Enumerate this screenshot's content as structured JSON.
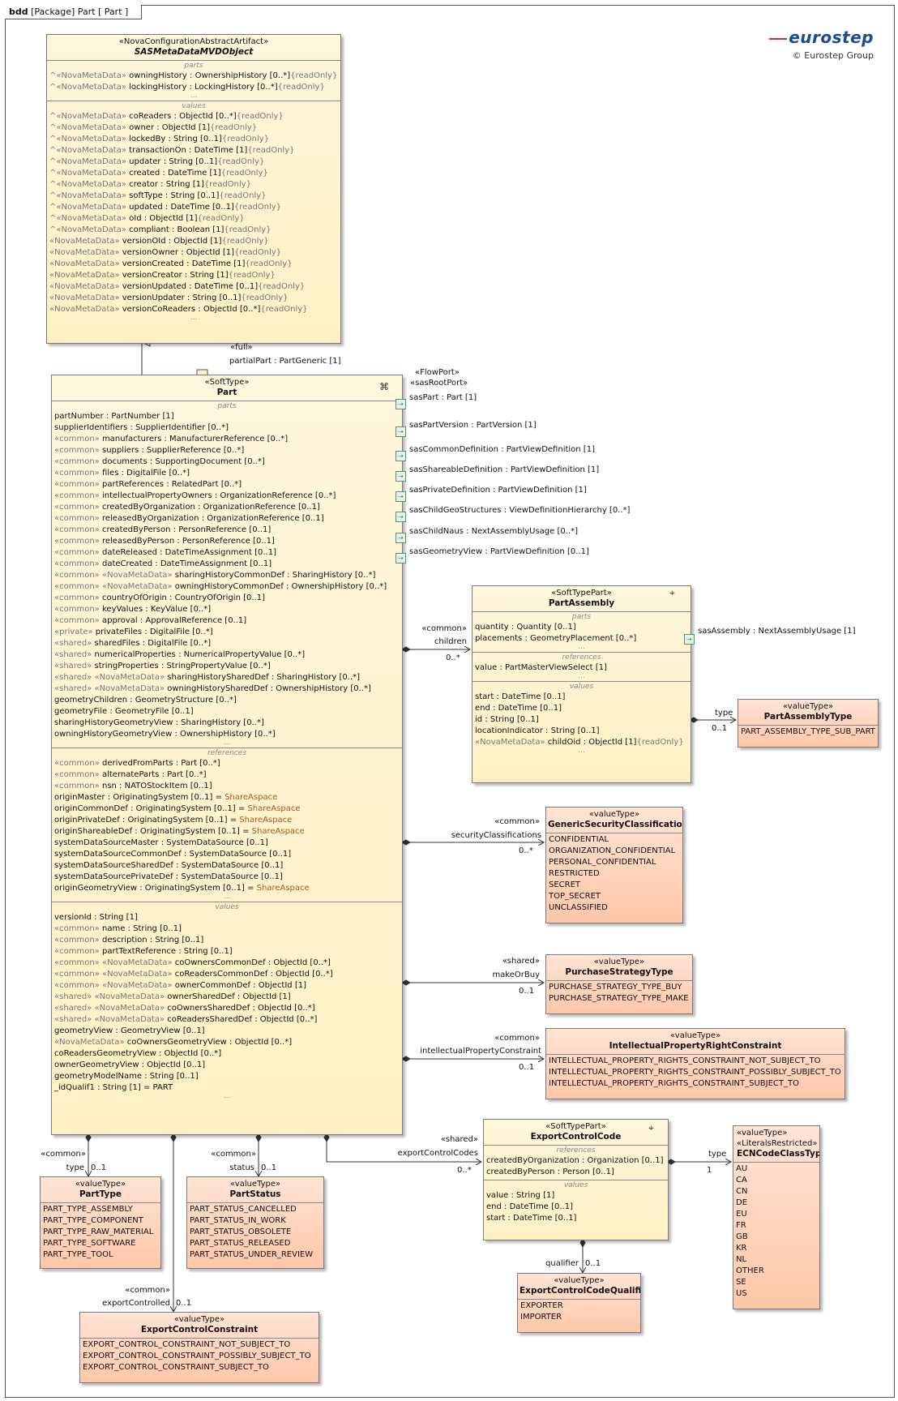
{
  "frame": {
    "kind": "bdd",
    "title": "[Package] Part [ Part ]"
  },
  "logo": {
    "brand": "eurostep",
    "copyright": "© Eurostep Group"
  },
  "icons": {
    "port": "flow-port-icon",
    "composite": "composite-structure-icon",
    "part": "part-symbol-icon"
  },
  "colors": {
    "block_fill": "#fff3cf",
    "value_fill": "#ffd3bb",
    "accent": "#b0541d"
  },
  "sasmeta": {
    "stereotype": "«NovaConfigurationAbstractArtifact»",
    "name": "SASMetaDataMVDObject",
    "parts_title": "parts",
    "parts": [
      [
        "^«NovaMetaData» ",
        "owningHistory",
        " : OwnershipHistory [0..*]",
        "{readOnly}"
      ],
      [
        "^«NovaMetaData» ",
        "lockingHistory",
        " : LockingHistory [0..*]",
        "{readOnly}"
      ]
    ],
    "values_title": "values",
    "values": [
      [
        "^«NovaMetaData» ",
        "coReaders",
        " : ObjectId [0..*]",
        "{readOnly}"
      ],
      [
        "^«NovaMetaData» ",
        "owner",
        " : ObjectId [1]",
        "{readOnly}"
      ],
      [
        "^«NovaMetaData» ",
        "lockedBy",
        " : String [0..1]",
        "{readOnly}"
      ],
      [
        "^«NovaMetaData» ",
        "transactionOn",
        " : DateTime [1]",
        "{readOnly}"
      ],
      [
        "^«NovaMetaData» ",
        "updater",
        " : String [0..1]",
        "{readOnly}"
      ],
      [
        "^«NovaMetaData» ",
        "created",
        " : DateTime [1]",
        "{readOnly}"
      ],
      [
        "^«NovaMetaData» ",
        "creator",
        " : String [1]",
        "{readOnly}"
      ],
      [
        "^«NovaMetaData» ",
        "softType",
        " : String [0..1]",
        "{readOnly}"
      ],
      [
        "^«NovaMetaData» ",
        "updated",
        " : DateTime [0..1]",
        "{readOnly}"
      ],
      [
        "^«NovaMetaData» ",
        "oId",
        " : ObjectId [1]",
        "{readOnly}"
      ],
      [
        "^«NovaMetaData» ",
        "compliant",
        " : Boolean [1]",
        "{readOnly}"
      ],
      [
        "«NovaMetaData» ",
        "versionOId",
        " : ObjectId [1]",
        "{readOnly}"
      ],
      [
        "«NovaMetaData» ",
        "versionOwner",
        " : ObjectId [1]",
        "{readOnly}"
      ],
      [
        "«NovaMetaData» ",
        "versionCreated",
        " : DateTime [1]",
        "{readOnly}"
      ],
      [
        "«NovaMetaData» ",
        "versionCreator",
        " : String [1]",
        "{readOnly}"
      ],
      [
        "«NovaMetaData» ",
        "versionUpdated",
        " : DateTime [0..1]",
        "{readOnly}"
      ],
      [
        "«NovaMetaData» ",
        "versionUpdater",
        " : String [0..1]",
        "{readOnly}"
      ],
      [
        "«NovaMetaData» ",
        "versionCoReaders",
        " : ObjectId [0..*]",
        "{readOnly}"
      ]
    ],
    "dots": "..."
  },
  "partial": {
    "stereo": "«full»",
    "label": "partialPart : PartGeneric [1]"
  },
  "part": {
    "stereotype": "«SoftType»",
    "name": "Part",
    "parts_title": "parts",
    "parts": [
      [
        "",
        "partNumber",
        " : PartNumber [1]",
        ""
      ],
      [
        "",
        "supplierIdentifiers",
        " : SupplierIdentifier [0..*]",
        ""
      ],
      [
        "«common» ",
        "manufacturers",
        " : ManufacturerReference [0..*]",
        ""
      ],
      [
        "«common» ",
        "suppliers",
        " : SupplierReference [0..*]",
        ""
      ],
      [
        "«common» ",
        "documents",
        " : SupportingDocument [0..*]",
        ""
      ],
      [
        "«common» ",
        "files",
        " : DigitalFile [0..*]",
        ""
      ],
      [
        "«common» ",
        "partReferences",
        " : RelatedPart [0..*]",
        ""
      ],
      [
        "«common» ",
        "intellectualPropertyOwners",
        " : OrganizationReference [0..*]",
        ""
      ],
      [
        "«common» ",
        "createdByOrganization",
        " : OrganizationReference [0..1]",
        ""
      ],
      [
        "«common» ",
        "releasedByOrganization",
        " : OrganizationReference [0..1]",
        ""
      ],
      [
        "«common» ",
        "createdByPerson",
        " : PersonReference [0..1]",
        ""
      ],
      [
        "«common» ",
        "releasedByPerson",
        " : PersonReference [0..1]",
        ""
      ],
      [
        "«common» ",
        "dateReleased",
        " : DateTimeAssignment [0..1]",
        ""
      ],
      [
        "«common» ",
        "dateCreated",
        " : DateTimeAssignment [0..1]",
        ""
      ],
      [
        "«common» «NovaMetaData» ",
        "sharingHistoryCommonDef",
        " : SharingHistory [0..*]",
        ""
      ],
      [
        "«common» «NovaMetaData» ",
        "owningHistoryCommonDef",
        " : OwnershipHistory [0..*]",
        ""
      ],
      [
        "«common» ",
        "countryOfOrigin",
        " : CountryOfOrigin [0..1]",
        ""
      ],
      [
        "«common» ",
        "keyValues",
        " : KeyValue [0..*]",
        ""
      ],
      [
        "«common» ",
        "approval",
        " : ApprovalReference [0..1]",
        ""
      ],
      [
        "«private» ",
        "privateFiles",
        " : DigitalFile [0..*]",
        ""
      ],
      [
        "«shared» ",
        "sharedFiles",
        " : DigitalFile [0..*]",
        ""
      ],
      [
        "«shared» ",
        "numericalProperties",
        " : NumericalPropertyValue [0..*]",
        ""
      ],
      [
        "«shared» ",
        "stringProperties",
        " : StringPropertyValue [0..*]",
        ""
      ],
      [
        "«shared» «NovaMetaData» ",
        "sharingHistorySharedDef",
        " : SharingHistory [0..*]",
        ""
      ],
      [
        "«shared» «NovaMetaData» ",
        "owningHistorySharedDef",
        " : OwnershipHistory [0..*]",
        ""
      ],
      [
        "",
        "geometryChildren",
        " : GeometryStructure [0..*]",
        ""
      ],
      [
        "",
        "geometryFile",
        " : GeometryFile [0..1]",
        ""
      ],
      [
        "",
        "sharingHistoryGeometryView",
        " : SharingHistory [0..*]",
        ""
      ],
      [
        "",
        "owningHistoryGeometryView",
        " : OwnershipHistory [0..*]",
        ""
      ]
    ],
    "refs_title": "references",
    "refs": [
      [
        "«common» ",
        "derivedFromParts",
        " : Part [0..*]",
        ""
      ],
      [
        "«common» ",
        "alternateParts",
        " : Part [0..*]",
        ""
      ],
      [
        "«common» ",
        "nsn",
        " : NATOStockItem [0..1]",
        ""
      ],
      [
        "",
        "originMaster",
        " : OriginatingSystem [0..1] = ",
        "ShareAspace"
      ],
      [
        "",
        "originCommonDef",
        " : OriginatingSystem [0..1] = ",
        "ShareAspace"
      ],
      [
        "",
        "originPrivateDef",
        " : OriginatingSystem [0..1] = ",
        "ShareAspace"
      ],
      [
        "",
        "originShareableDef",
        " : OriginatingSystem [0..1] = ",
        "ShareAspace"
      ],
      [
        "",
        "systemDataSourceMaster",
        " : SystemDataSource [0..1]",
        ""
      ],
      [
        "",
        "systemDataSourceCommonDef",
        " : SystemDataSource [0..1]",
        ""
      ],
      [
        "",
        "systemDataSourceSharedDef",
        " : SystemDataSource [0..1]",
        ""
      ],
      [
        "",
        "systemDataSourcePrivateDef",
        " : SystemDataSource [0..1]",
        ""
      ],
      [
        "",
        "originGeometryView",
        " : OriginatingSystem [0..1] = ",
        "ShareAspace"
      ]
    ],
    "values_title": "values",
    "values": [
      [
        "",
        "versionId",
        " : String [1]",
        ""
      ],
      [
        "«common» ",
        "name",
        " : String [0..1]",
        ""
      ],
      [
        "«common» ",
        "description",
        " : String [0..1]",
        ""
      ],
      [
        "«common» ",
        "partTextReference",
        " : String [0..1]",
        ""
      ],
      [
        "«common» «NovaMetaData» ",
        "coOwnersCommonDef",
        " : ObjectId [0..*]",
        ""
      ],
      [
        "«common» «NovaMetaData» ",
        "coReadersCommonDef",
        " : ObjectId [0..*]",
        ""
      ],
      [
        "«common» «NovaMetaData» ",
        "ownerCommonDef",
        " : ObjectId [1]",
        ""
      ],
      [
        "«shared» «NovaMetaData» ",
        "ownerSharedDef",
        " : ObjectId [1]",
        ""
      ],
      [
        "«shared» «NovaMetaData» ",
        "coOwnersSharedDef",
        " : ObjectId [0..*]",
        ""
      ],
      [
        "«shared» «NovaMetaData» ",
        "coReadersSharedDef",
        " : ObjectId [0..*]",
        ""
      ],
      [
        "",
        "geometryView",
        " : GeometryView [0..1]",
        ""
      ],
      [
        "«NovaMetaData» ",
        "coOwnersGeometryView",
        " : ObjectId [0..*]",
        ""
      ],
      [
        "",
        "coReadersGeometryView",
        " : ObjectId [0..*]",
        ""
      ],
      [
        "",
        "ownerGeometryView",
        " : ObjectId [0..1]",
        ""
      ],
      [
        "",
        "geometryModelName",
        " : String [0..1]",
        ""
      ],
      [
        "",
        "_idQualif1",
        " : String [1] = PART",
        ""
      ]
    ],
    "dots": "..."
  },
  "ports": {
    "stereo1": "«FlowPort»",
    "stereo2": "«sasRootPort»",
    "items": [
      "sasPart : Part [1]",
      "sasPartVersion : PartVersion [1]",
      "sasCommonDefinition : PartViewDefinition [1]",
      "sasShareableDefinition : PartViewDefinition [1]",
      "sasPrivateDefinition : PartViewDefinition [1]",
      "sasChildGeoStructures : ViewDefinitionHierarchy [0..*]",
      "sasChildNaus : NextAssemblyUsage [0..*]",
      "sasGeometryView : PartViewDefinition [0..1]"
    ],
    "port_glyph": "⇢"
  },
  "assembly": {
    "stereotype": "«SoftTypePart»",
    "name": "PartAssembly",
    "parts_title": "parts",
    "parts": [
      [
        "",
        "quantity",
        " : Quantity [0..1]",
        ""
      ],
      [
        "",
        "placements",
        " : GeometryPlacement [0..*]",
        ""
      ]
    ],
    "refs_title": "references",
    "refs": [
      [
        "",
        "value",
        " : PartMasterViewSelect [1]",
        ""
      ]
    ],
    "values_title": "values",
    "values": [
      [
        "",
        "start",
        " : DateTime [0..1]",
        ""
      ],
      [
        "",
        "end",
        " : DateTime [0..1]",
        ""
      ],
      [
        "",
        "id",
        " : String [0..1]",
        ""
      ],
      [
        "",
        "locationIndicator",
        " : String [0..1]",
        ""
      ],
      [
        "«NovaMetaData» ",
        "childOid",
        " : ObjectId [1]",
        "{readOnly}"
      ]
    ],
    "port": "sasAssembly : NextAssemblyUsage [1]",
    "dots": "..."
  },
  "exportcode": {
    "stereotype": "«SoftTypePart»",
    "name": "ExportControlCode",
    "refs_title": "references",
    "refs": [
      [
        "",
        "createdByOrganization",
        " : Organization [0..1]",
        ""
      ],
      [
        "",
        "createdByPerson",
        " : Person [0..1]",
        ""
      ]
    ],
    "values_title": "values",
    "values": [
      [
        "",
        "value",
        " : String [1]",
        ""
      ],
      [
        "",
        "end",
        " : DateTime [0..1]",
        ""
      ],
      [
        "",
        "start",
        " : DateTime [0..1]",
        ""
      ]
    ]
  },
  "vt": {
    "stereo": "«valueType»",
    "pat": {
      "name": "PartAssemblyType",
      "literals": [
        "PART_ASSEMBLY_TYPE_SUB_PART"
      ]
    },
    "gsc": {
      "name": "GenericSecurityClassification",
      "literals": [
        "CONFIDENTIAL",
        "ORGANIZATION_CONFIDENTIAL",
        "PERSONAL_CONFIDENTIAL",
        "RESTRICTED",
        "SECRET",
        "TOP_SECRET",
        "UNCLASSIFIED"
      ]
    },
    "pst": {
      "name": "PurchaseStrategyType",
      "literals": [
        "PURCHASE_STRATEGY_TYPE_BUY",
        "PURCHASE_STRATEGY_TYPE_MAKE"
      ]
    },
    "iprc": {
      "name": "IntellectualPropertyRightConstraint",
      "literals": [
        "INTELLECTUAL_PROPERTY_RIGHTS_CONSTRAINT_NOT_SUBJECT_TO",
        "INTELLECTUAL_PROPERTY_RIGHTS_CONSTRAINT_POSSIBLY_SUBJECT_TO",
        "INTELLECTUAL_PROPERTY_RIGHTS_CONSTRAINT_SUBJECT_TO"
      ]
    },
    "ecc": {
      "stereo2": "«LiteralsRestricted»",
      "name": "ECNCodeClassType",
      "literals": [
        "AU",
        "CA",
        "CN",
        "DE",
        "EU",
        "FR",
        "GB",
        "KR",
        "NL",
        "OTHER",
        "SE",
        "US"
      ]
    },
    "ptype": {
      "name": "PartType",
      "literals": [
        "PART_TYPE_ASSEMBLY",
        "PART_TYPE_COMPONENT",
        "PART_TYPE_RAW_MATERIAL",
        "PART_TYPE_SOFTWARE",
        "PART_TYPE_TOOL"
      ]
    },
    "pstatus": {
      "name": "PartStatus",
      "literals": [
        "PART_STATUS_CANCELLED",
        "PART_STATUS_IN_WORK",
        "PART_STATUS_OBSOLETE",
        "PART_STATUS_RELEASED",
        "PART_STATUS_UNDER_REVIEW"
      ]
    },
    "eccq": {
      "name": "ExportControlCodeQualifier",
      "literals": [
        "EXPORTER",
        "IMPORTER"
      ]
    },
    "ecct": {
      "name": "ExportControlConstraint",
      "literals": [
        "EXPORT_CONTROL_CONSTRAINT_NOT_SUBJECT_TO",
        "EXPORT_CONTROL_CONSTRAINT_POSSIBLY_SUBJECT_TO",
        "EXPORT_CONTROL_CONSTRAINT_SUBJECT_TO"
      ]
    }
  },
  "assoc": {
    "children": {
      "stereo": "«common»",
      "role": "children",
      "mult": "0..*"
    },
    "pat": {
      "role": "type",
      "mult": "0..1"
    },
    "gsc": {
      "stereo": "«common»",
      "role": "securityClassifications",
      "mult": "0..*"
    },
    "mob": {
      "stereo": "«shared»",
      "role": "makeOrBuy",
      "mult": "0..1"
    },
    "ipc": {
      "stereo": "«common»",
      "role": "intellectualPropertyConstraint",
      "mult": "0..1"
    },
    "ecc": {
      "stereo": "«shared»",
      "role": "exportControlCodes",
      "mult": "0..*"
    },
    "ecctype": {
      "role": "type",
      "mult": "1"
    },
    "qual": {
      "role": "qualifier",
      "mult": "0..1"
    },
    "ptype": {
      "stereo": "«common»",
      "role": "type",
      "mult": "0..1"
    },
    "pstatus": {
      "stereo": "«common»",
      "role": "status",
      "mult": "0..1"
    },
    "expc": {
      "stereo": "«common»",
      "role": "exportControlled",
      "mult": "0..1"
    }
  }
}
